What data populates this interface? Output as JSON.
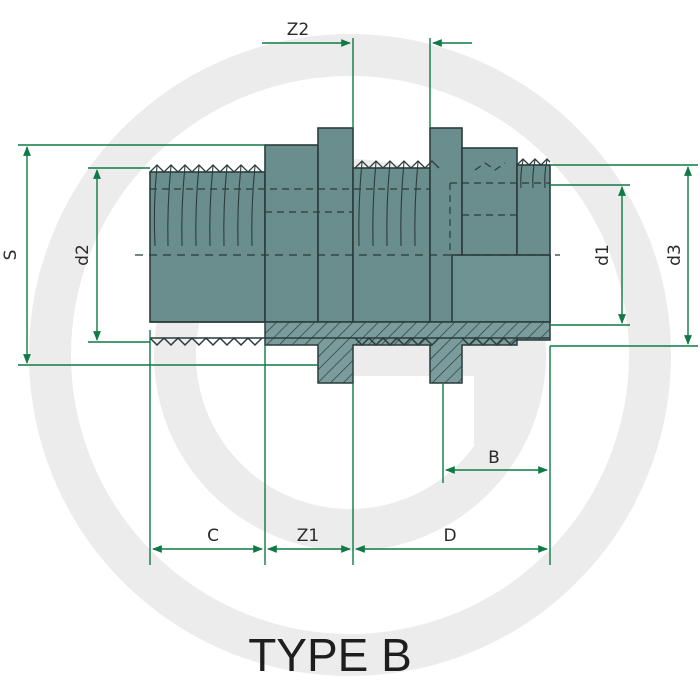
{
  "dimension_labels": {
    "z2": "Z2",
    "s": "S",
    "d2": "d2",
    "d1": "d1",
    "d3": "d3",
    "b": "B",
    "c": "C",
    "z1": "Z1",
    "d": "D"
  },
  "title": "TYPE B",
  "colors": {
    "body_fill": "#6a8e8e",
    "section_fill": "#7b9c9c",
    "outline": "#2b3b3b",
    "dimension": "#0f7a46",
    "watermark": "#ececec"
  }
}
